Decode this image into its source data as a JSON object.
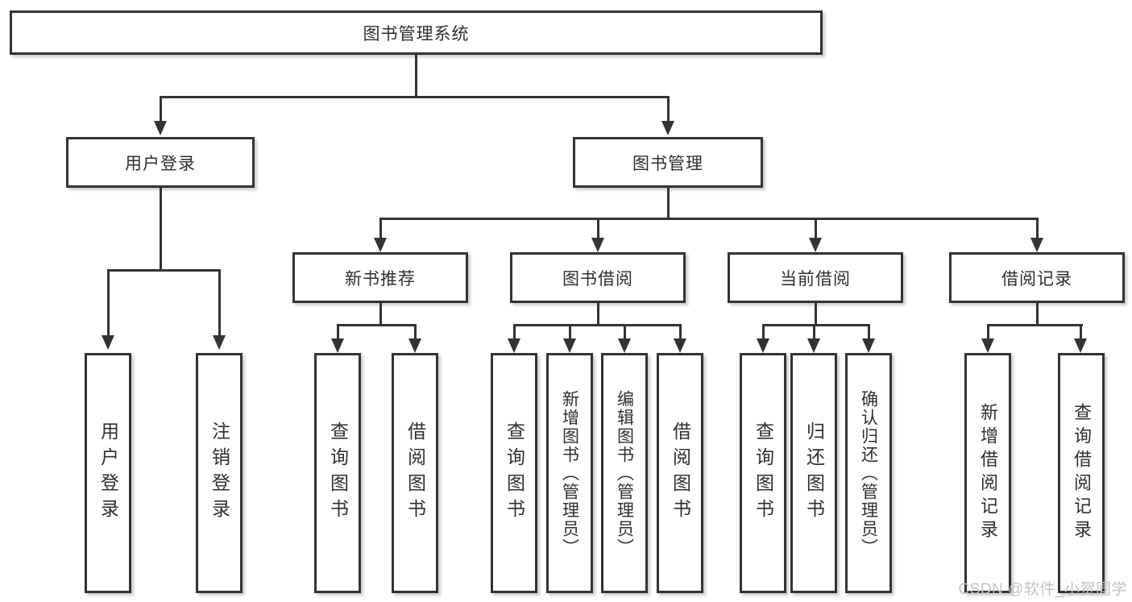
{
  "tree": {
    "root": {
      "label": "图书管理系统"
    },
    "branches": [
      {
        "label": "用户登录",
        "children": [
          {
            "label": "用户登录"
          },
          {
            "label": "注销登录"
          }
        ]
      },
      {
        "label": "图书管理",
        "children": [
          {
            "label": "新书推荐",
            "children": [
              {
                "label": "查询图书"
              },
              {
                "label": "借阅图书"
              }
            ]
          },
          {
            "label": "图书借阅",
            "children": [
              {
                "label": "查询图书"
              },
              {
                "label": "新增图书（管理员）"
              },
              {
                "label": "编辑图书（管理员）"
              },
              {
                "label": "借阅图书"
              }
            ]
          },
          {
            "label": "当前借阅",
            "children": [
              {
                "label": "查询图书"
              },
              {
                "label": "归还图书"
              },
              {
                "label": "确认归还（管理员）"
              }
            ]
          },
          {
            "label": "借阅记录",
            "children": [
              {
                "label": "新增借阅记录"
              },
              {
                "label": "查询借阅记录"
              }
            ]
          }
        ]
      }
    ]
  },
  "watermark": "CSDN @软件_小贺同学",
  "colors": {
    "line": "#333333",
    "box_bg": "#ffffff",
    "text": "#2f2f2f",
    "watermark": "#bfc3c9"
  }
}
